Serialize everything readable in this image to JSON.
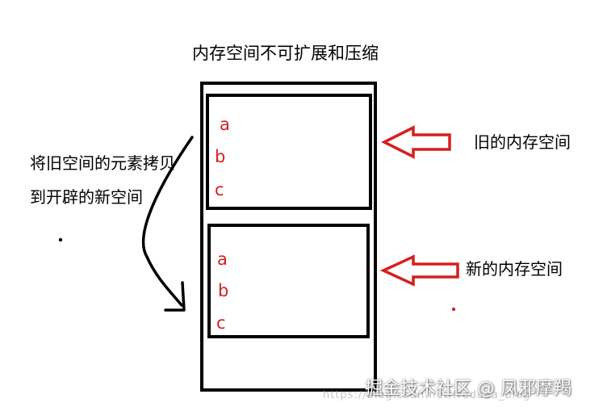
{
  "title": "内存空间不可扩展和压缩",
  "left_note": {
    "line1": "将旧空间的元素拷贝",
    "line2": "到开辟的新空间"
  },
  "old_label": "旧的内存空间",
  "new_label": "新的内存空间",
  "old_items": [
    "a",
    "b",
    "c"
  ],
  "new_items": [
    "a",
    "b",
    "c"
  ],
  "watermark": "掘金技术社区 @ 凤邪摩羯",
  "url_watermark": "https://blog.csdn.net/fredaaa_blog",
  "colors": {
    "arrow": "#d61f1f",
    "letters": "#d61f1f",
    "outline": "#000000"
  }
}
